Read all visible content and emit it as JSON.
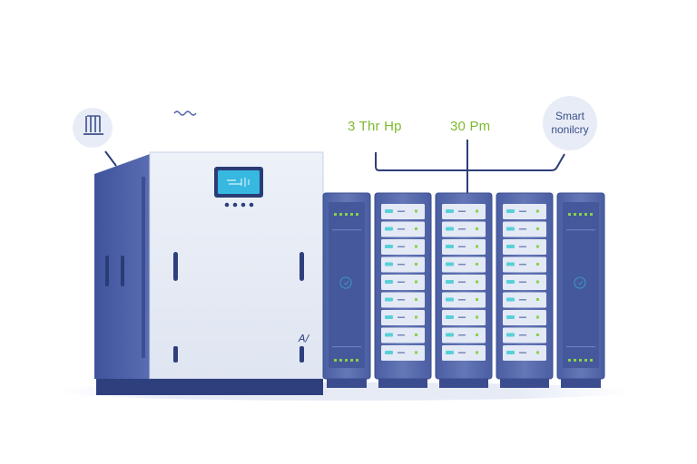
{
  "labels": {
    "left_metric": "3 Thr Hp",
    "right_metric": "30 Pm",
    "smart_line1": "Smart",
    "smart_line2": "nonilcry",
    "cabinet_tag": "A/"
  },
  "icons": {
    "left_bubble": "ups-plug-icon",
    "wave": "wave-icon",
    "rack_badge": "shield-icon"
  },
  "colors": {
    "accent_green": "#7dbb2e",
    "text_blue": "#3c4f8a",
    "cabinet_front": "#e6ebf5",
    "cabinet_side": "#4a5ea6",
    "rack_body": "#5366a8",
    "led_cyan": "#58d0d8",
    "led_green": "#8ad04a",
    "bubble_fill": "#e7ecf6"
  }
}
